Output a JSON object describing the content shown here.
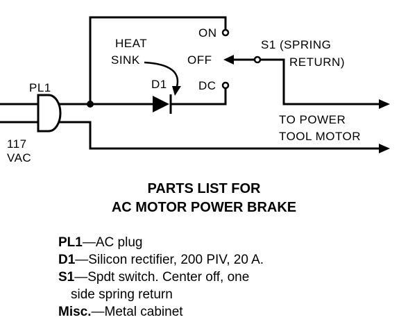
{
  "schematic": {
    "labels": {
      "pl1": "PL1",
      "vac_line1": "117",
      "vac_line2": "VAC",
      "heat_line1": "HEAT",
      "heat_line2": "SINK",
      "d1": "D1",
      "on": "ON",
      "off": "OFF",
      "dc": "DC",
      "s1_line1": "S1 (SPRING",
      "s1_line2": "RETURN)",
      "tool_line1": "TO POWER",
      "tool_line2": "TOOL MOTOR"
    }
  },
  "parts_title": {
    "line1": "PARTS LIST FOR",
    "line2": "AC MOTOR POWER BRAKE"
  },
  "parts": [
    {
      "ref": "PL1",
      "text": "—AC plug",
      "cont": ""
    },
    {
      "ref": "D1",
      "text": "—Silicon rectifier, 200 PIV, 20 A.",
      "cont": ""
    },
    {
      "ref": "S1",
      "text": "—Spdt switch. Center off, one",
      "cont": "side spring return"
    },
    {
      "ref": "Misc.",
      "text": "—Metal cabinet",
      "cont": ""
    }
  ]
}
